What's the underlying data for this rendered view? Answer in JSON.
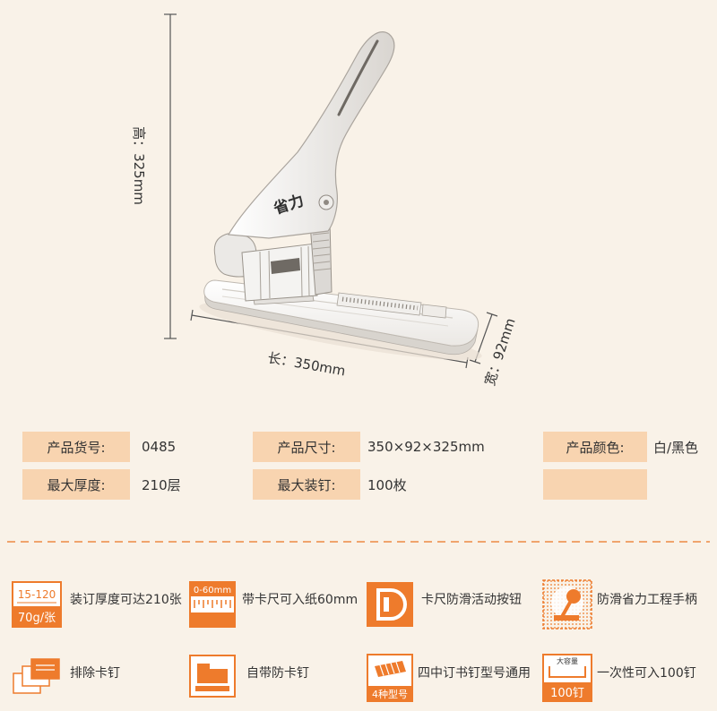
{
  "product": {
    "logo_text": "省力"
  },
  "dimensions": {
    "height": "高：325mm",
    "length": "长：350mm",
    "width": "宽：92mm"
  },
  "specs": {
    "rows": [
      [
        {
          "label": "产品货号:",
          "value": "0485"
        },
        {
          "label": "产品尺寸:",
          "value": "350×92×325mm"
        },
        {
          "label": "产品颜色:",
          "value": "白/黑色"
        }
      ],
      [
        {
          "label": "最大厚度:",
          "value": "210层"
        },
        {
          "label": "最大装钉:",
          "value": "100枚"
        }
      ]
    ]
  },
  "features": [
    {
      "icon": "paper-thickness-icon",
      "icon_text": [
        "15-120",
        "70g/张"
      ],
      "label": "装订厚度可达210张"
    },
    {
      "icon": "ruler-icon",
      "icon_text": [
        "0-60mm"
      ],
      "label": "带卡尺可入纸60mm"
    },
    {
      "icon": "slide-button-icon",
      "label": "卡尺防滑活动按钮"
    },
    {
      "icon": "lever-handle-icon",
      "label": "防滑省力工程手柄"
    },
    {
      "icon": "paper-stack-icon",
      "label": "排除卡钉"
    },
    {
      "icon": "anti-jam-icon",
      "label": "自带防卡钉"
    },
    {
      "icon": "staples-icon",
      "icon_text": [
        "4种型号"
      ],
      "label": "四中订书钉型号通用"
    },
    {
      "icon": "capacity-icon",
      "icon_text": [
        "大容量",
        "100钉"
      ],
      "label": "一次性可入100钉"
    }
  ],
  "colors": {
    "background": "#f9f2e8",
    "accent": "#ee7b2c",
    "label_bg": "#f8d4b0",
    "text": "#333333"
  }
}
